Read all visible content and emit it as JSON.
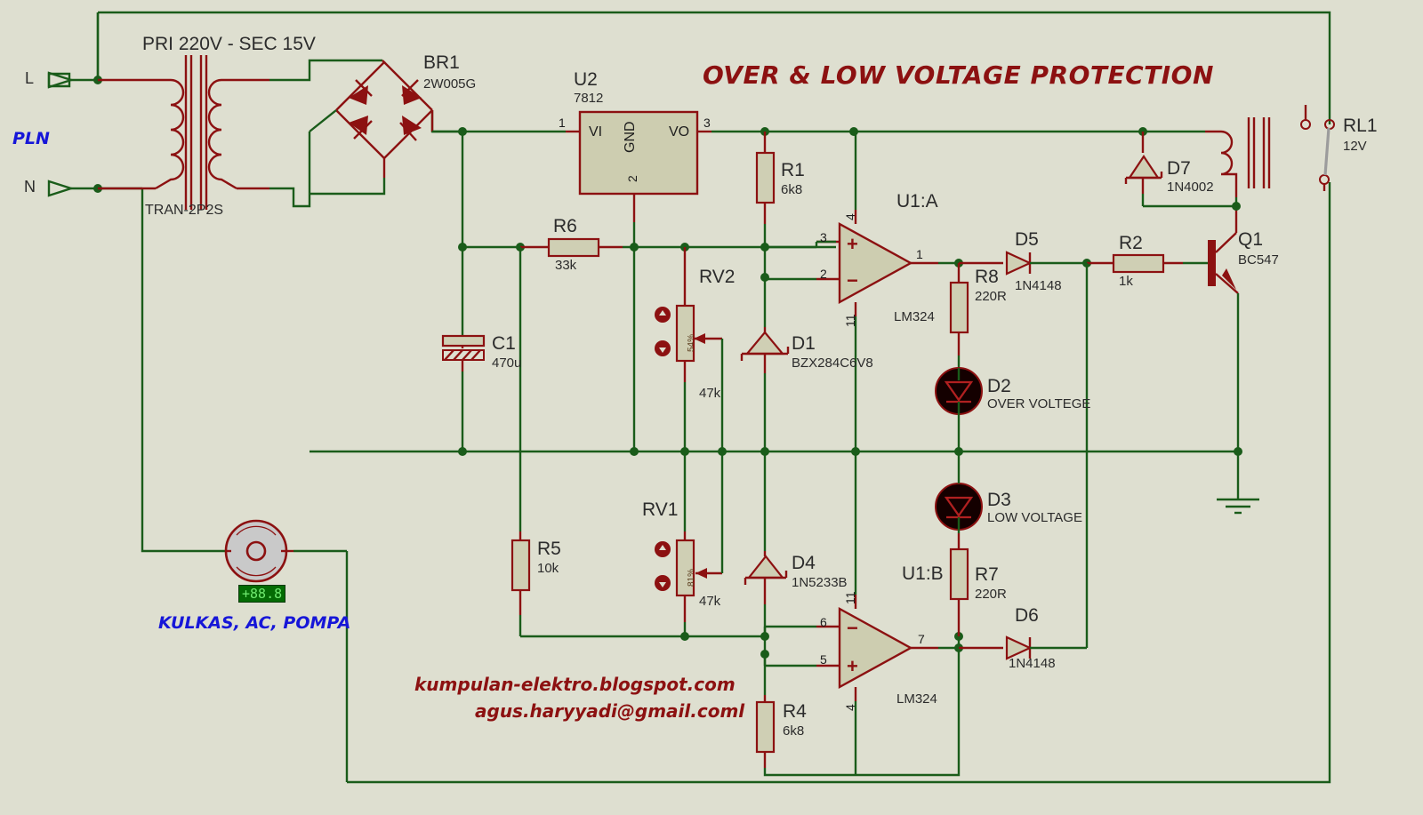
{
  "title": "OVER & LOW VOLTAGE PROTECTION",
  "credits": {
    "blog": "kumpulan-elektro.blogspot.com",
    "email": "agus.haryyadi@gmail.coml"
  },
  "colors": {
    "background": "#dedfd0",
    "wire": "#1a5c1a",
    "part": "#8c1111",
    "part_fill": "#cfcfb4",
    "title": "#8c1111",
    "annotation_blue": "#1616d8",
    "led_body": "#140000",
    "lcd_bg": "#046b04",
    "lcd_text": "#6fe96f"
  },
  "terminals": [
    {
      "name": "L",
      "label": "L"
    },
    {
      "name": "N",
      "label": "N"
    }
  ],
  "annotations": {
    "pln": "PLN",
    "load": "KULKAS, AC, POMPA",
    "meter_display": "+88.8"
  },
  "transformer": {
    "ref": "",
    "spec": "PRI 220V  -   SEC 15V",
    "value": "TRAN-2P2S"
  },
  "components": [
    {
      "ref": "BR1",
      "value": "2W005G",
      "type": "bridge-rectifier"
    },
    {
      "ref": "U2",
      "value": "7812",
      "type": "voltage-regulator",
      "pins": [
        {
          "num": "1",
          "name": "VI"
        },
        {
          "num": "3",
          "name": "VO"
        },
        {
          "num": "2",
          "name": "GND"
        }
      ]
    },
    {
      "ref": "C1",
      "value": "470u",
      "type": "capacitor"
    },
    {
      "ref": "R1",
      "value": "6k8",
      "type": "resistor"
    },
    {
      "ref": "R2",
      "value": "1k",
      "type": "resistor"
    },
    {
      "ref": "R4",
      "value": "6k8",
      "type": "resistor"
    },
    {
      "ref": "R5",
      "value": "10k",
      "type": "resistor"
    },
    {
      "ref": "R6",
      "value": "33k",
      "type": "resistor"
    },
    {
      "ref": "R7",
      "value": "220R",
      "type": "resistor"
    },
    {
      "ref": "R8",
      "value": "220R",
      "type": "resistor"
    },
    {
      "ref": "RV1",
      "value": "47k",
      "wiper": "81%",
      "type": "potentiometer"
    },
    {
      "ref": "RV2",
      "value": "47k",
      "wiper": "54%",
      "type": "potentiometer"
    },
    {
      "ref": "D1",
      "value": "BZX284C6V8",
      "type": "zener-diode"
    },
    {
      "ref": "D2",
      "value": "OVER VOLTEGE",
      "type": "led"
    },
    {
      "ref": "D3",
      "value": "LOW VOLTAGE",
      "type": "led"
    },
    {
      "ref": "D4",
      "value": "1N5233B",
      "type": "zener-diode"
    },
    {
      "ref": "D5",
      "value": "1N4148",
      "type": "diode"
    },
    {
      "ref": "D6",
      "value": "1N4148",
      "type": "diode"
    },
    {
      "ref": "D7",
      "value": "1N4002",
      "type": "diode"
    },
    {
      "ref": "Q1",
      "value": "BC547",
      "type": "npn-transistor"
    },
    {
      "ref": "RL1",
      "value": "12V",
      "type": "relay"
    },
    {
      "ref": "U1:A",
      "value": "LM324",
      "type": "opamp",
      "pins": [
        {
          "num": "3",
          "name": "+"
        },
        {
          "num": "2",
          "name": "-"
        },
        {
          "num": "1",
          "name": "OUT"
        },
        {
          "num": "4",
          "name": "V+"
        },
        {
          "num": "11",
          "name": "V-"
        }
      ]
    },
    {
      "ref": "U1:B",
      "value": "LM324",
      "type": "opamp",
      "pins": [
        {
          "num": "6",
          "name": "-"
        },
        {
          "num": "5",
          "name": "+"
        },
        {
          "num": "7",
          "name": "OUT"
        },
        {
          "num": "4",
          "name": "V+"
        },
        {
          "num": "11",
          "name": "V-"
        }
      ]
    }
  ]
}
